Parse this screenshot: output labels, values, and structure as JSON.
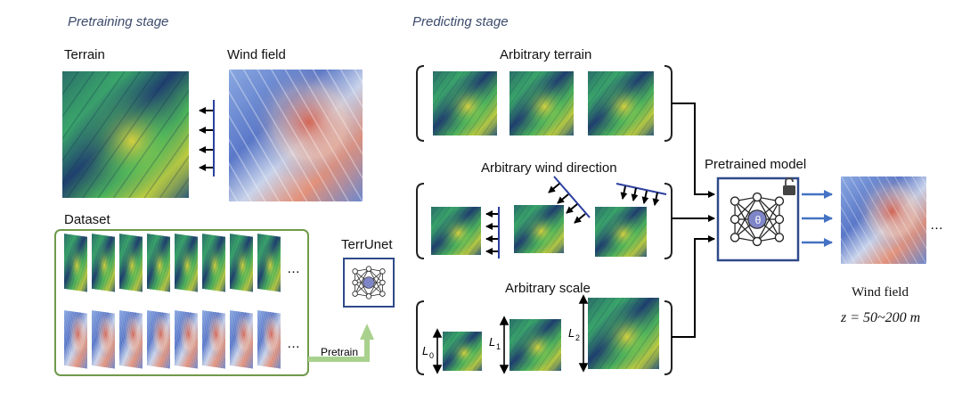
{
  "pretraining": {
    "title": "Pretraining stage",
    "terrain_label": "Terrain",
    "wind_label": "Wind field",
    "dataset_label": "Dataset",
    "ellipsis": "…",
    "model_label": "TerrUnet",
    "pretrain_label": "Pretrain"
  },
  "predicting": {
    "title": "Predicting stage",
    "terrain_label": "Arbitrary terrain",
    "direction_label": "Arbitrary wind direction",
    "scale_label": "Arbitrary scale",
    "scale_symbols": [
      "L",
      "L",
      "L"
    ],
    "scale_subscripts": [
      "0",
      "1",
      "2"
    ],
    "model_label": "Pretrained model",
    "theta": "θ",
    "output_label": "Wind field",
    "output_ellipsis": "…",
    "height_formula": "z = 50~200 m"
  },
  "colors": {
    "frame_blue": "#2f4a8a",
    "dataset_green": "#6f9a4a",
    "pretrain_arrow": "#a9d18e",
    "model_arrow": "#4472c4",
    "wind_arrow": "#000000",
    "wind_line": "#2c3f9e"
  }
}
